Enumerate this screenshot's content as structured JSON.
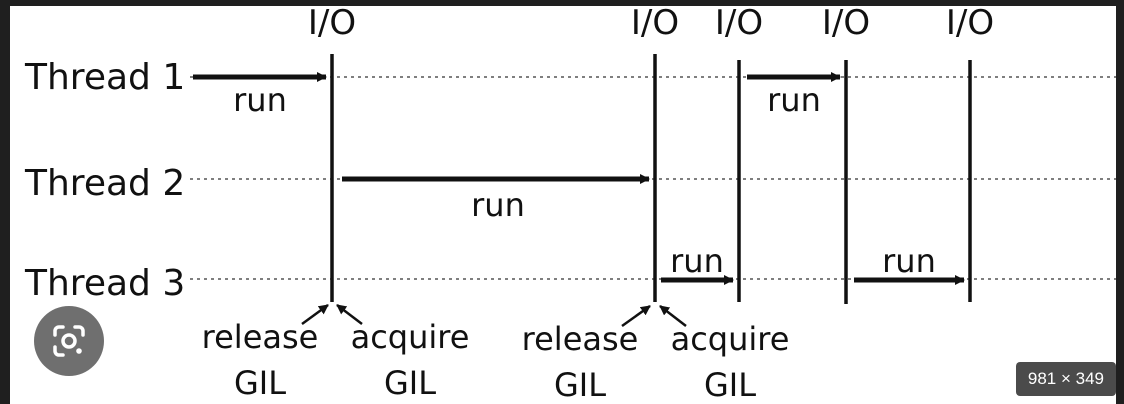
{
  "diagram": {
    "threads": [
      {
        "label": "Thread 1"
      },
      {
        "label": "Thread 2"
      },
      {
        "label": "Thread 3"
      }
    ],
    "io_labels": [
      "I/O",
      "I/O",
      "I/O",
      "I/O",
      "I/O"
    ],
    "run_label": "run",
    "gil_annotations": [
      {
        "line1": "release",
        "line2": "GIL"
      },
      {
        "line1": "acquire",
        "line2": "GIL"
      },
      {
        "line1": "release",
        "line2": "GIL"
      },
      {
        "line1": "acquire",
        "line2": "GIL"
      }
    ]
  },
  "overlay": {
    "lens_icon": "google-lens-icon",
    "dimensions": "981 × 349"
  },
  "colors": {
    "background": "#ffffff",
    "ink": "#111111",
    "frame": "#1f1f1f"
  }
}
